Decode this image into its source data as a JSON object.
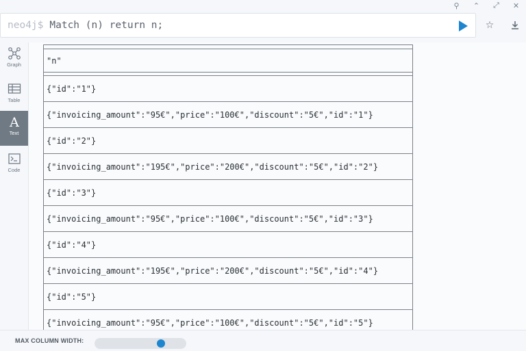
{
  "editor": {
    "prompt": "neo4j$",
    "query": "Match (n) return n;"
  },
  "sidebar": {
    "items": [
      {
        "label": "Graph",
        "icon": "graph-icon"
      },
      {
        "label": "Table",
        "icon": "table-icon"
      },
      {
        "label": "Text",
        "icon": "text-icon",
        "active": true
      },
      {
        "label": "Code",
        "icon": "code-icon"
      }
    ]
  },
  "result": {
    "header": "\"n\"",
    "rows": [
      "{\"id\":\"1\"}",
      "{\"invoicing_amount\":\"95€\",\"price\":\"100€\",\"discount\":\"5€\",\"id\":\"1\"}",
      "{\"id\":\"2\"}",
      "{\"invoicing_amount\":\"195€\",\"price\":\"200€\",\"discount\":\"5€\",\"id\":\"2\"}",
      "{\"id\":\"3\"}",
      "{\"invoicing_amount\":\"95€\",\"price\":\"100€\",\"discount\":\"5€\",\"id\":\"3\"}",
      "{\"id\":\"4\"}",
      "{\"invoicing_amount\":\"195€\",\"price\":\"200€\",\"discount\":\"5€\",\"id\":\"4\"}",
      "{\"id\":\"5\"}",
      "{\"invoicing_amount\":\"95€\",\"price\":\"100€\",\"discount\":\"5€\",\"id\":\"5\"}"
    ]
  },
  "bottom": {
    "max_column_width_label": "MAX COLUMN WIDTH:",
    "slider_fraction": 0.75
  },
  "colors": {
    "accent": "#1e85cf",
    "active_tab": "#707a85"
  }
}
